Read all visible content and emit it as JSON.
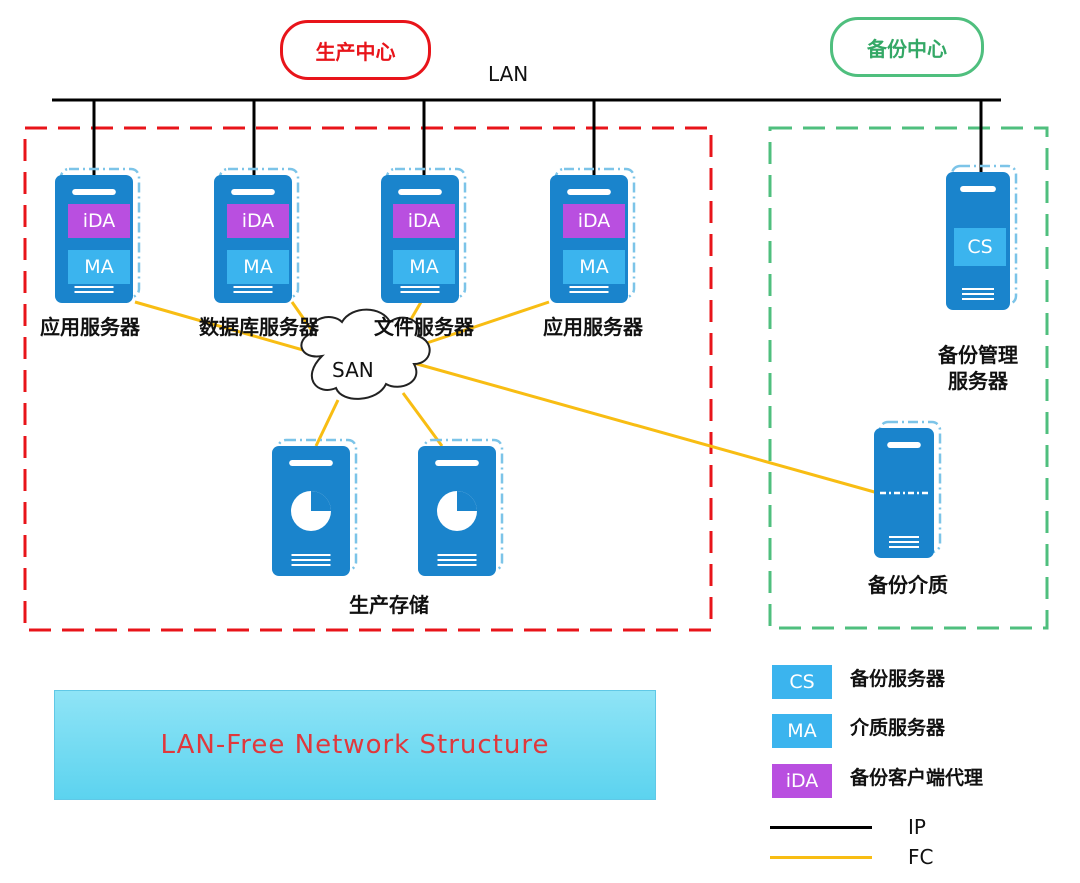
{
  "groups": {
    "production": "生产中心",
    "backup": "备份中心"
  },
  "network": {
    "lan": "LAN",
    "san": "SAN"
  },
  "servers": [
    {
      "label": "应用服务器",
      "ida": "iDA",
      "ma": "MA"
    },
    {
      "label": "数据库服务器",
      "ida": "iDA",
      "ma": "MA"
    },
    {
      "label": "文件服务器",
      "ida": "iDA",
      "ma": "MA"
    },
    {
      "label": "应用服务器",
      "ida": "iDA",
      "ma": "MA"
    }
  ],
  "storage_label": "生产存储",
  "backup_manager": {
    "badge": "CS",
    "label_line1": "备份管理",
    "label_line2": "服务器"
  },
  "backup_media": {
    "label": "备份介质"
  },
  "title": "LAN-Free Network Structure",
  "legend": {
    "items": [
      {
        "badge": "CS",
        "text": "备份服务器",
        "color": "#3bb4ee"
      },
      {
        "badge": "MA",
        "text": "介质服务器",
        "color": "#3bb4ee"
      },
      {
        "badge": "iDA",
        "text": "备份客户端代理",
        "color": "#b94fe0"
      }
    ],
    "lines": [
      {
        "text": "IP",
        "color": "#000000"
      },
      {
        "text": "FC",
        "color": "#f8bd13"
      }
    ]
  },
  "colors": {
    "production_border": "#e8141a",
    "backup_border": "#4fbf7e",
    "server_blue": "#1a84cc",
    "fc": "#f8bd13",
    "ip": "#000000"
  }
}
